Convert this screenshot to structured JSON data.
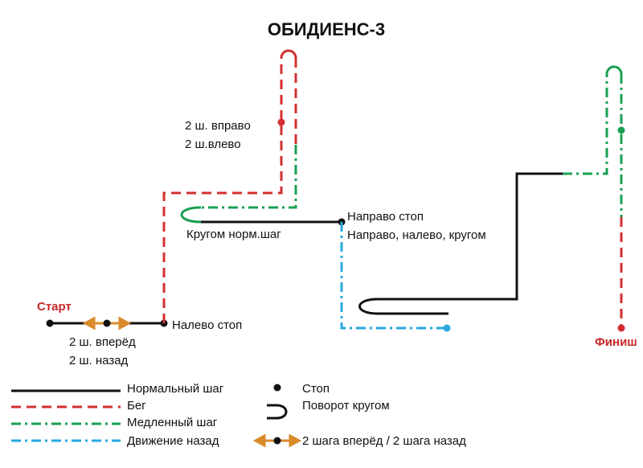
{
  "title": "ОБИДИЕНС-3",
  "labels": {
    "start": "Старт",
    "finish": "Финиш",
    "left_stop": "Налево стоп",
    "fwd_back_1": "2 ш. вперёд",
    "fwd_back_2": "2 ш. назад",
    "right_left_1": "2 ш. вправо",
    "right_left_2": "2 ш.влево",
    "about_turn_normal": "Кругом норм.шаг",
    "right_stop": "Направо стоп",
    "right_left_about": "Направо, налево,  кругом"
  },
  "legend": {
    "normal": "Нормальный шаг",
    "run": "Бег",
    "slow": "Медленный шаг",
    "backward": "Движение назад",
    "stop": "Стоп",
    "about_turn": "Поворот кругом",
    "fwd_back": "2 шага вперёд / 2 шага назад"
  },
  "colors": {
    "normal": "#111111",
    "run": "#d32f2f",
    "slow": "#1aa053",
    "backward": "#29a8e0",
    "fwd_back": "#d98a2b",
    "label_red": "#c62828"
  }
}
